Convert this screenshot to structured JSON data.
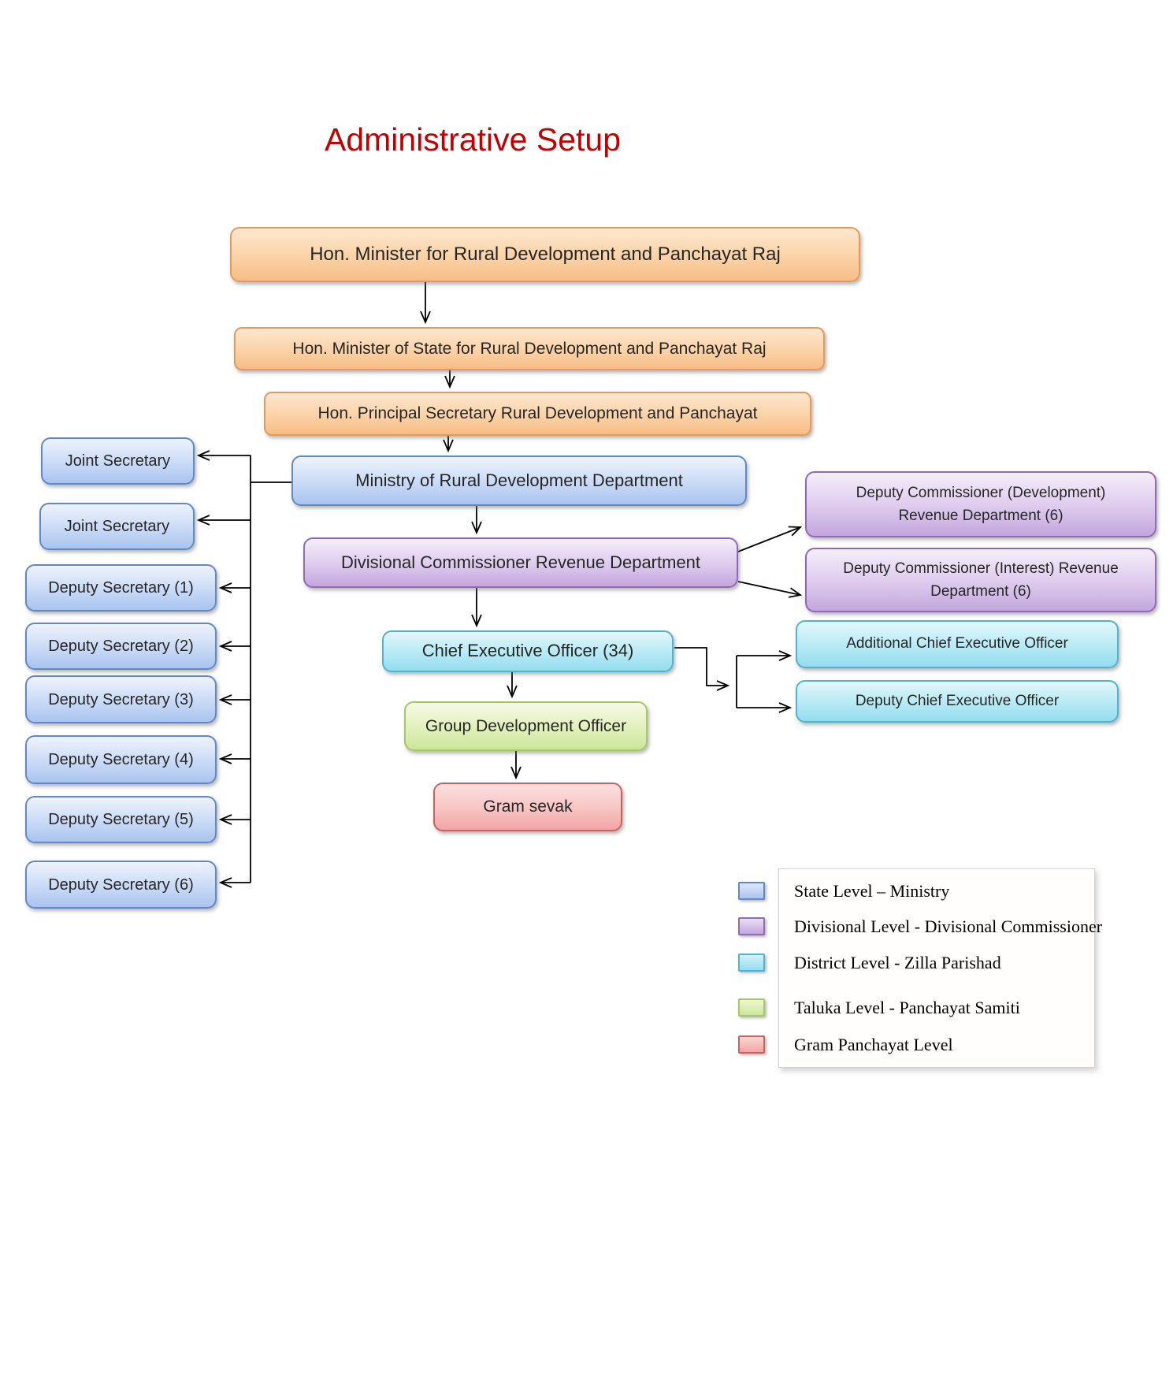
{
  "title": "Administrative Setup",
  "nodes": {
    "minister": {
      "label": "Hon. Minister for Rural Development and Panchayat Raj",
      "level": "state"
    },
    "minister_of_state": {
      "label": "Hon. Minister of State for Rural Development and Panchayat Raj",
      "level": "state"
    },
    "principal_secretary": {
      "label": "Hon. Principal Secretary Rural Development and Panchayat",
      "level": "state"
    },
    "ministry": {
      "label": "Ministry of Rural Development Department",
      "level": "state"
    },
    "joint_secretary_1": {
      "label": "Joint Secretary",
      "level": "state"
    },
    "joint_secretary_2": {
      "label": "Joint Secretary",
      "level": "state"
    },
    "deputy_secretary_1": {
      "label": "Deputy Secretary (1)",
      "level": "state"
    },
    "deputy_secretary_2": {
      "label": "Deputy Secretary (2)",
      "level": "state"
    },
    "deputy_secretary_3": {
      "label": "Deputy Secretary (3)",
      "level": "state"
    },
    "deputy_secretary_4": {
      "label": "Deputy Secretary (4)",
      "level": "state"
    },
    "deputy_secretary_5": {
      "label": "Deputy Secretary (5)",
      "level": "state"
    },
    "deputy_secretary_6": {
      "label": "Deputy Secretary (6)",
      "level": "state"
    },
    "divisional_commissioner": {
      "label": "Divisional Commissioner Revenue Department",
      "level": "divisional"
    },
    "deputy_commissioner_development": {
      "label": "Deputy Commissioner (Development) Revenue Department (6)",
      "level": "divisional"
    },
    "deputy_commissioner_interest": {
      "label": "Deputy Commissioner (Interest) Revenue Department (6)",
      "level": "divisional"
    },
    "chief_executive_officer": {
      "label": "Chief Executive Officer (34)",
      "level": "district"
    },
    "additional_chief_executive_officer": {
      "label": "Additional Chief Executive Officer",
      "level": "district"
    },
    "deputy_chief_executive_officer": {
      "label": "Deputy Chief Executive Officer",
      "level": "district"
    },
    "group_development_officer": {
      "label": "Group Development Officer",
      "level": "taluka"
    },
    "gram_sevak": {
      "label": "Gram sevak",
      "level": "gram_panchayat"
    }
  },
  "legend": {
    "items": [
      {
        "label": "State Level – Ministry",
        "color": "#a9c4ef",
        "border_color": "#6288c8"
      },
      {
        "label": "Divisional Level - Divisional Commissioner",
        "color": "#c3a6de",
        "border_color": "#8e6bb5"
      },
      {
        "label": "District Level - Zilla Parishad",
        "color": "#93ddf0",
        "border_color": "#4fb3d1"
      },
      {
        "label": "Taluka Level - Panchayat Samiti",
        "color": "#cbe69b",
        "border_color": "#a5c861"
      },
      {
        "label": "Gram Panchayat Level",
        "color": "#f3a4a4",
        "border_color": "#c8625f"
      }
    ]
  },
  "colors": {
    "title": "#c00000",
    "connector": "#000000",
    "node_text": "#262626",
    "orange_fill": "#f7bd85",
    "orange_border": "#e29b5f"
  }
}
